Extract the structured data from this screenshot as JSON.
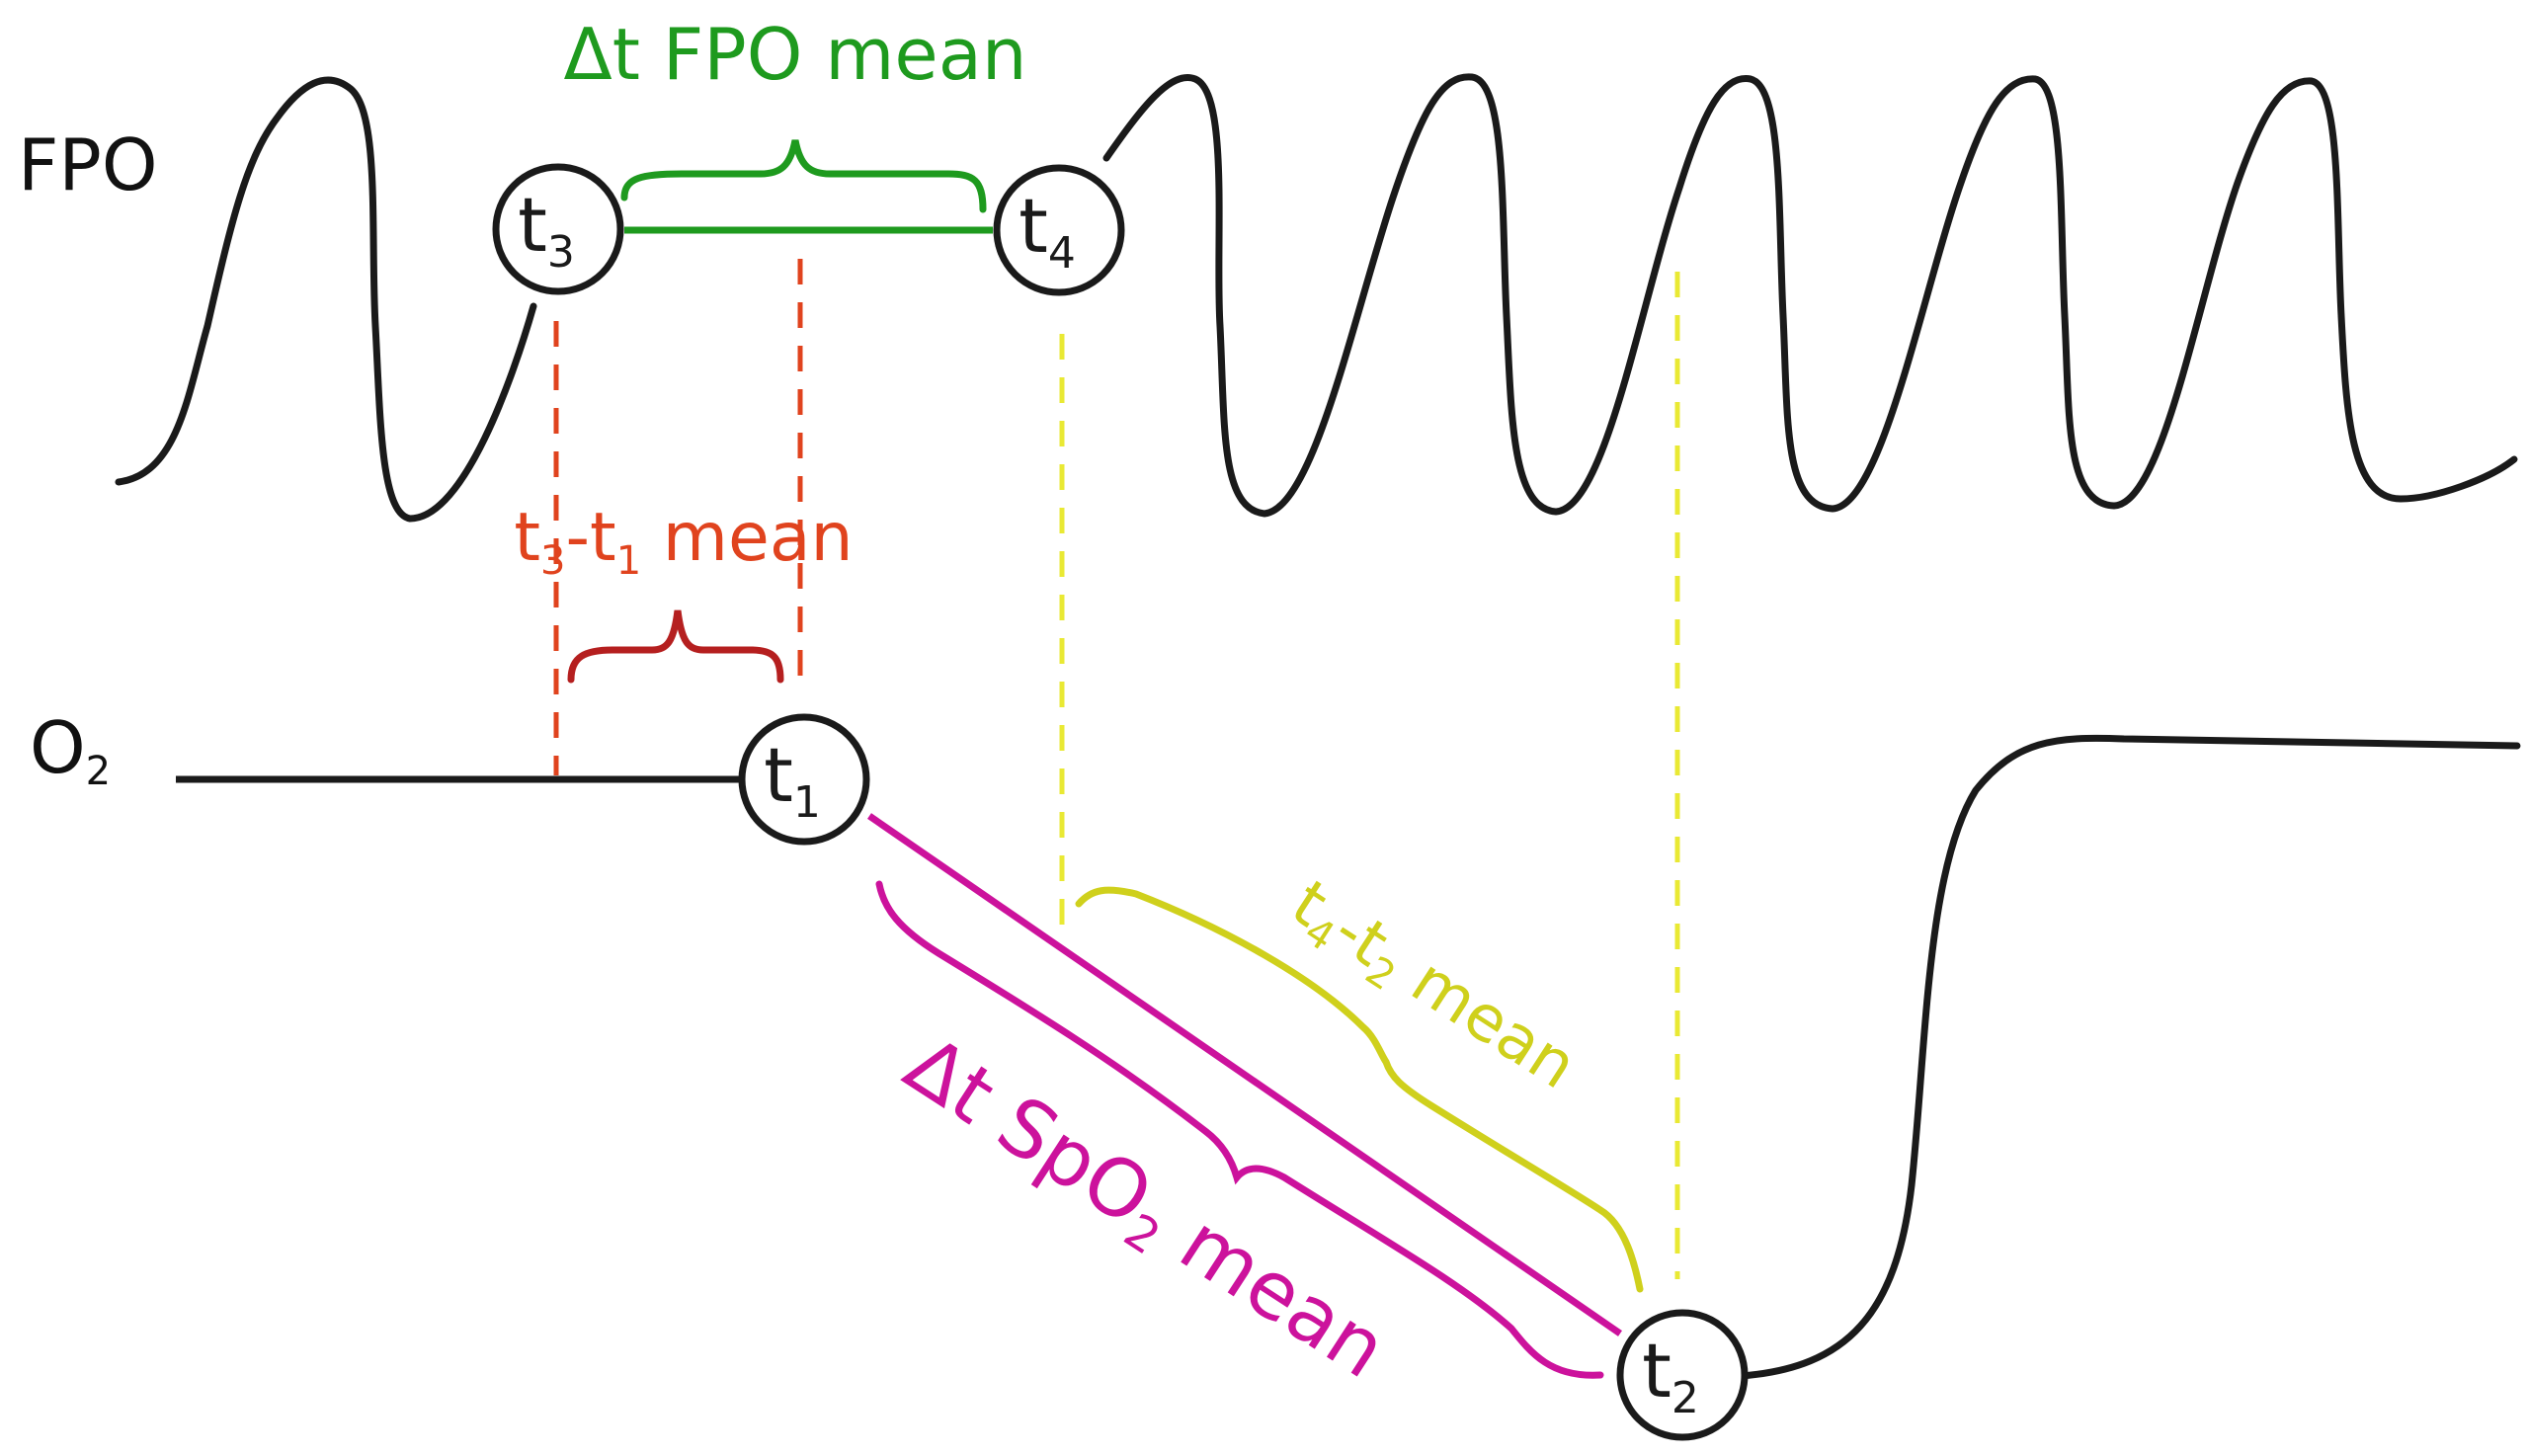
{
  "labels": {
    "fpo_row": "FPO",
    "o2_row_main": "O",
    "o2_row_sub": "2"
  },
  "nodes": {
    "t1": {
      "main": "t",
      "sub": "1"
    },
    "t2": {
      "main": "t",
      "sub": "2"
    },
    "t3": {
      "main": "t",
      "sub": "3"
    },
    "t4": {
      "main": "t",
      "sub": "4"
    }
  },
  "intervals": {
    "fpo_delta": "Δt FPO mean",
    "t3_t1": {
      "a": "t",
      "a_sub": "3",
      "sep": "-t",
      "b_sub": "1",
      "suffix": " mean"
    },
    "t4_t2": {
      "a": "t",
      "a_sub": "4",
      "sep": "-t",
      "b_sub": "2",
      "suffix": " mean"
    },
    "spo2_delta": {
      "pre": "Δt SpO",
      "sub": "2",
      "suffix": " mean"
    }
  },
  "colors": {
    "trace": "#1a1a1a",
    "fpo_interval": "#1e9a1e",
    "t3_t1_interval": "#e0431e",
    "t3_t1_brace": "#b51f1f",
    "t4_t2_interval": "#cfd01c",
    "t4_t2_dashed": "#e9e934",
    "spo2_interval": "#cc129c"
  }
}
